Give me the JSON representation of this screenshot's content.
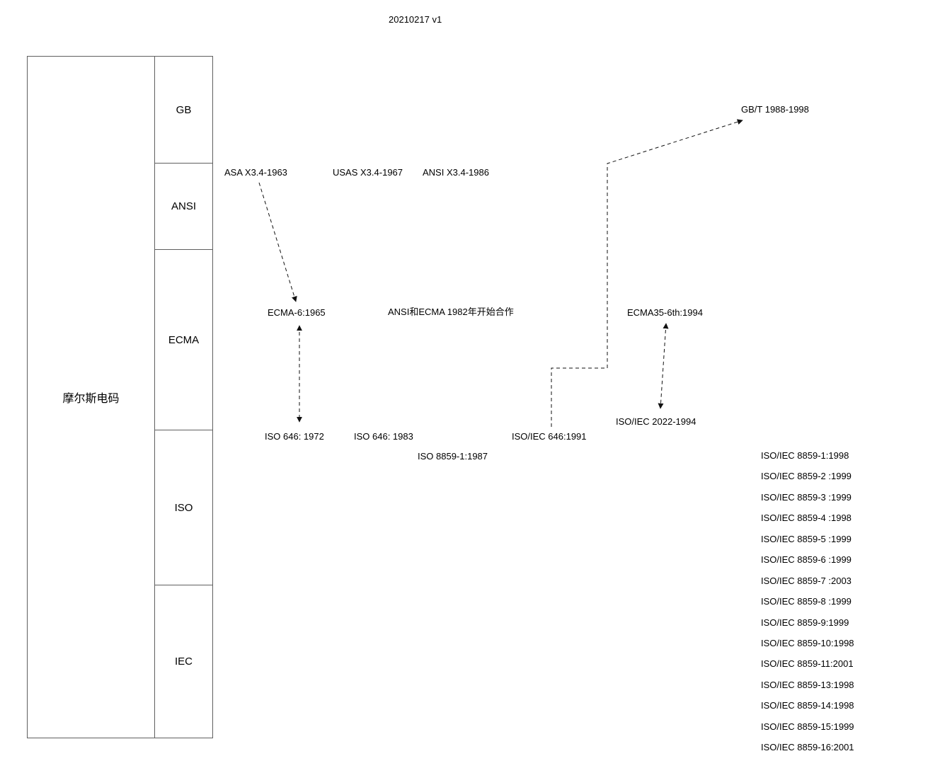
{
  "title": "20210217 v1",
  "sidebar": {
    "root_label": "摩尔斯电码",
    "rows": [
      "GB",
      "ANSI",
      "ECMA",
      "ISO",
      "IEC"
    ]
  },
  "nodes": {
    "asa_x34_1963": "ASA X3.4-1963",
    "usas_x34_1967": "USAS X3.4-1967",
    "ansi_x34_1986": "ANSI X3.4-1986",
    "gbt_1988_1998": "GB/T 1988-1998",
    "ecma6_1965": "ECMA-6:1965",
    "ansi_ecma_cooperation": "ANSI和ECMA 1982年开始合作",
    "ecma35_6th_1994": "ECMA35-6th:1994",
    "iso646_1972": "ISO 646: 1972",
    "iso646_1983": "ISO 646: 1983",
    "isoiec646_1991": "ISO/IEC 646:1991",
    "isoiec2022_1994": "ISO/IEC 2022-1994",
    "iso8859_1_1987": "ISO 8859-1:1987"
  },
  "iso8859_series": [
    "ISO/IEC 8859-1:1998",
    "ISO/IEC 8859-2 :1999",
    "ISO/IEC 8859-3 :1999",
    "ISO/IEC 8859-4 :1998",
    "ISO/IEC 8859-5 :1999",
    "ISO/IEC 8859-6 :1999",
    "ISO/IEC 8859-7 :2003",
    "ISO/IEC 8859-8 :1999",
    "ISO/IEC 8859-9:1999",
    "ISO/IEC 8859-10:1998",
    "ISO/IEC 8859-11:2001",
    "ISO/IEC 8859-13:1998",
    "ISO/IEC 8859-14:1998",
    "ISO/IEC 8859-15:1999",
    "ISO/IEC 8859-16:2001"
  ],
  "edges": [
    {
      "from": "ASA X3.4-1963",
      "to": "ECMA-6:1965",
      "style": "dashed",
      "arrows": "end"
    },
    {
      "from": "ECMA-6:1965",
      "to": "ISO 646: 1972",
      "style": "dashed",
      "arrows": "both"
    },
    {
      "from": "ISO/IEC 646:1991",
      "to": "GB/T 1988-1998",
      "style": "dashed",
      "arrows": "end",
      "shape": "stepped"
    },
    {
      "from": "ECMA35-6th:1994",
      "to": "ISO/IEC 2022-1994",
      "style": "dashed",
      "arrows": "both"
    }
  ],
  "colors": {
    "background": "#ffffff",
    "text": "#000000",
    "table_border": "#5f5f5f",
    "arrow_line": "#111111"
  }
}
